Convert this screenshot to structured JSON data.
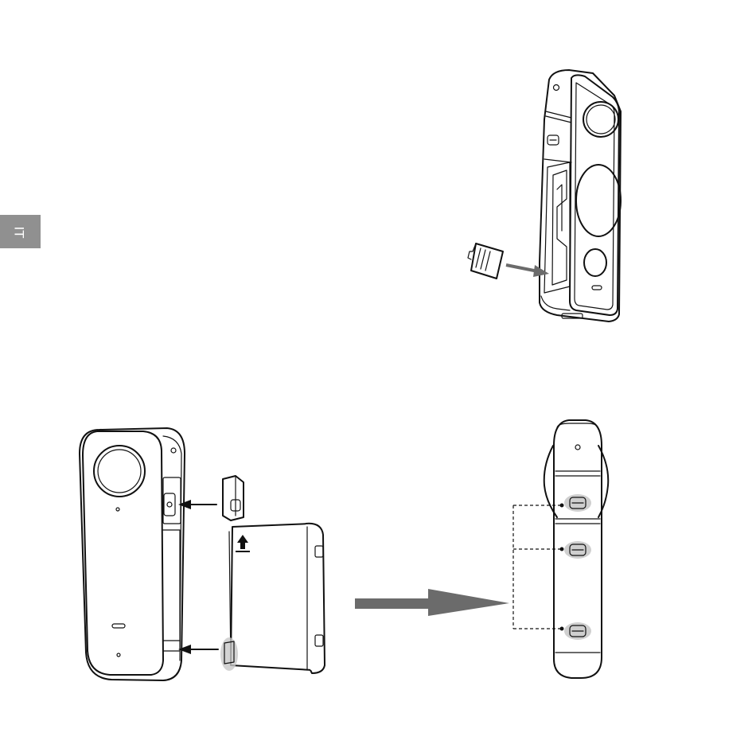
{
  "page": {
    "language_tab": {
      "label": "IT",
      "color": "#909090"
    }
  },
  "figures": {
    "sd_card_insertion": {
      "icon": "sd-card-insert-illustration"
    },
    "battery_insertion": {
      "icon": "battery-insert-illustration"
    },
    "direction_arrow": {
      "icon": "right-arrow",
      "color": "#6b6b6b"
    },
    "locked_latches": {
      "icon": "camera-side-latches-illustration",
      "latch_count": 3
    }
  }
}
